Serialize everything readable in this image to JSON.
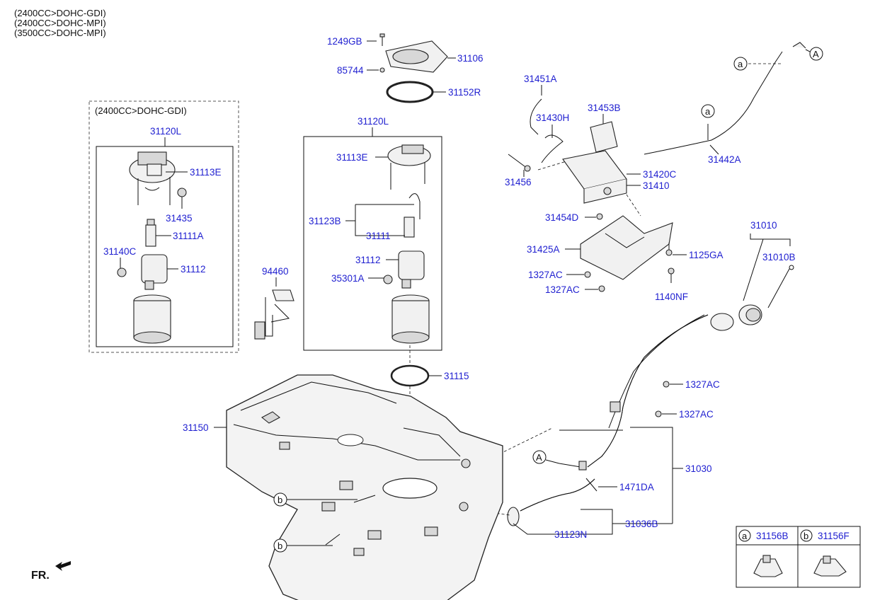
{
  "engine_variants": [
    "(2400CC>DOHC-GDI)",
    "(2400CC>DOHC-MPI)",
    "(3500CC>DOHC-MPI)"
  ],
  "left_group_caption": "(2400CC>DOHC-GDI)",
  "parts": {
    "p1249GB": "1249GB",
    "p85744": "85744",
    "p31106": "31106",
    "p31152R": "31152R",
    "p31451A": "31451A",
    "p31430H": "31430H",
    "p31453B": "31453B",
    "p31442A": "31442A",
    "p31456": "31456",
    "p31420C": "31420C",
    "p31410": "31410",
    "p31454D": "31454D",
    "p31425A": "31425A",
    "p1125GA": "1125GA",
    "p1327AC_1": "1327AC",
    "p1327AC_2": "1327AC",
    "p1140NF": "1140NF",
    "p31010": "31010",
    "p31010B": "31010B",
    "p31120L_left": "31120L",
    "p31113E_left": "31113E",
    "p31435": "31435",
    "p31111A": "31111A",
    "p31140C": "31140C",
    "p31112_left": "31112",
    "p31120L_mid": "31120L",
    "p31113E_mid": "31113E",
    "p31123B": "31123B",
    "p31111": "31111",
    "p31112_mid": "31112",
    "p35301A": "35301A",
    "p94460": "94460",
    "p31115": "31115",
    "p31150": "31150",
    "p1327AC_3": "1327AC",
    "p1327AC_4": "1327AC",
    "p31030": "31030",
    "p1471DA": "1471DA",
    "p31036B": "31036B",
    "p31123N": "31123N"
  },
  "refs": {
    "a": "a",
    "b": "b",
    "A": "A"
  },
  "legend": {
    "a_part": "31156B",
    "b_part": "31156F"
  },
  "fr_label": "FR."
}
